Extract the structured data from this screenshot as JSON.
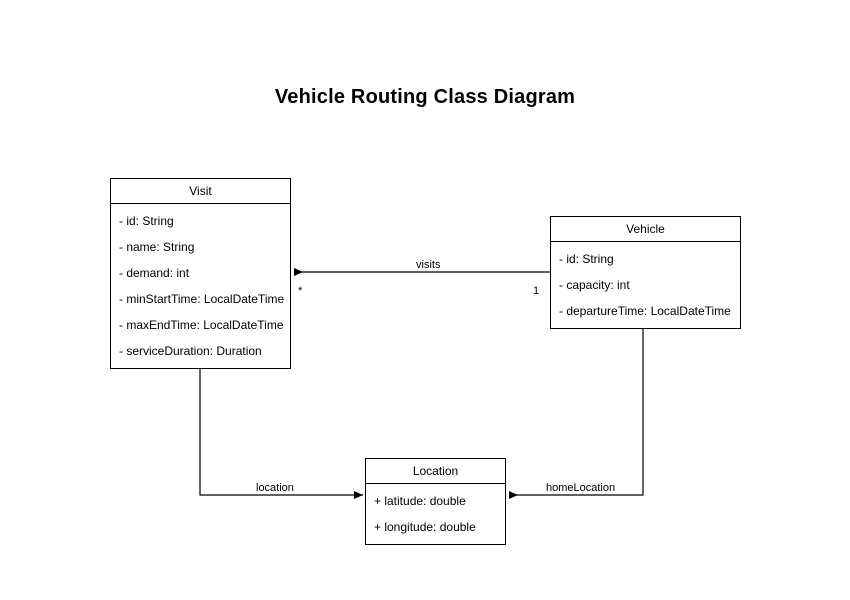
{
  "diagram": {
    "title": "Vehicle Routing Class Diagram",
    "background_color": "#ffffff",
    "line_color": "#000000",
    "text_color": "#000000"
  },
  "classes": [
    {
      "id": "visit",
      "name": "Visit",
      "attributes": [
        "- id: String",
        "- name: String",
        "- demand: int",
        "- minStartTime: LocalDateTime",
        "- maxEndTime: LocalDateTime",
        "- serviceDuration: Duration"
      ]
    },
    {
      "id": "vehicle",
      "name": "Vehicle",
      "attributes": [
        "- id: String",
        "- capacity: int",
        "- departureTime: LocalDateTime"
      ]
    },
    {
      "id": "location",
      "name": "Location",
      "attributes": [
        "+ latitude: double",
        "+ longitude: double"
      ]
    }
  ],
  "associations": [
    {
      "id": "visits",
      "label": "visits",
      "from": "Vehicle",
      "to": "Visit",
      "source_multiplicity": "1",
      "target_multiplicity": "*"
    },
    {
      "id": "location",
      "label": "location",
      "from": "Visit",
      "to": "Location",
      "source_multiplicity": "",
      "target_multiplicity": ""
    },
    {
      "id": "homeLocation",
      "label": "homeLocation",
      "from": "Vehicle",
      "to": "Location",
      "source_multiplicity": "",
      "target_multiplicity": ""
    }
  ]
}
